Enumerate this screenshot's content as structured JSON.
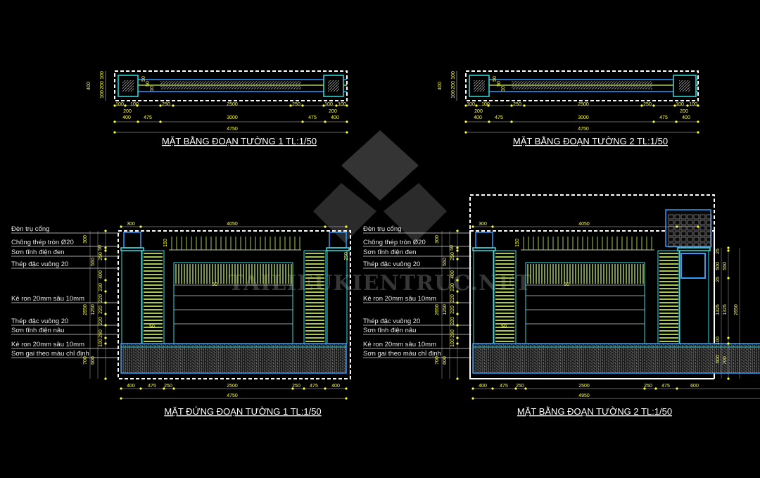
{
  "watermark": "TAILIEUKIENTRUC.NET",
  "colors": {
    "background": "#000000",
    "dimension": "#ffff33",
    "outline": "#ffffff",
    "wall_blue": "#2f9bff",
    "cyan": "#33e0e0",
    "slat_green": "#a8c850",
    "hatch": "#8a8a8a"
  },
  "plan1": {
    "title": "MẶT BẰNG ĐOẠN TƯỜNG 1 TL:1/50",
    "left_dims": [
      "400",
      "100",
      "200",
      "100"
    ],
    "inner_dims": [
      "50",
      "50",
      "10"
    ],
    "row1": [
      "100",
      "100",
      "250",
      "2500",
      "250",
      "100",
      "100"
    ],
    "row2": [
      "200",
      "200"
    ],
    "row3": [
      "400",
      "475",
      "3000",
      "475",
      "400"
    ],
    "total": "4750"
  },
  "plan2": {
    "title": "MẶT BẰNG ĐOẠN TƯỜNG 2 TL:1/50",
    "left_dims": [
      "400",
      "100",
      "200",
      "100"
    ],
    "inner_dims": [
      "50",
      "50",
      "10"
    ],
    "row1": [
      "100",
      "100",
      "250",
      "2500",
      "250",
      "100",
      "100"
    ],
    "row2": [
      "200",
      "200"
    ],
    "row3": [
      "400",
      "475",
      "3000",
      "475",
      "400"
    ],
    "total": "4750"
  },
  "elev1": {
    "title": "MẶT ĐỨNG ĐOẠN TƯỜNG 1 TL:1/50",
    "labels": [
      "Đèn trụ cổng",
      "Chông thép tròn Ø20",
      "Sơn tĩnh điện đen",
      "Thép đặc vuông 20",
      "Kẻ ron 20mm sâu 10mm",
      "Thép đặc vuông 20",
      "Sơn tĩnh điện nâu",
      "Kẻ ron 20mm sâu 10mm",
      "Sơn gai theo màu chỉ định"
    ],
    "top_dims": [
      "300",
      "4050",
      "150"
    ],
    "left_dims": [
      "300",
      "550",
      "50",
      "250",
      "400",
      "230",
      "220",
      "220",
      "220",
      "280",
      "100",
      "2650",
      "1250",
      "700",
      "600"
    ],
    "panel_dims": [
      "50",
      "50"
    ],
    "bottom_dims": [
      "400",
      "475",
      "250",
      "2500",
      "250",
      "475",
      "400"
    ],
    "total": "4750"
  },
  "elev2": {
    "title": "MẶT BẰNG ĐOẠN TƯỜNG 2 TL:1/50",
    "labels": [
      "Đèn trụ cổng",
      "Chông thép tròn Ø20",
      "Sơn tĩnh điện đen",
      "Thép đặc vuông 20",
      "Kẻ ron 20mm sâu 10mm",
      "Thép đặc vuông 20",
      "Sơn tĩnh điện nâu",
      "Kẻ ron 20mm sâu 10mm",
      "Sơn gai theo màu chỉ định"
    ],
    "top_dims": [
      "300",
      "4050",
      "150"
    ],
    "left_dims": [
      "300",
      "550",
      "50",
      "250",
      "400",
      "230",
      "220",
      "220",
      "220",
      "280",
      "100",
      "2650",
      "1250",
      "700",
      "600"
    ],
    "right_dims": [
      "25",
      "500",
      "550",
      "25",
      "1325",
      "1325",
      "100",
      "600",
      "700",
      "2650"
    ],
    "panel_dims": [
      "50",
      "50"
    ],
    "bottom_dims": [
      "400",
      "475",
      "250",
      "2500",
      "250",
      "475",
      "600"
    ],
    "total": "4950"
  }
}
